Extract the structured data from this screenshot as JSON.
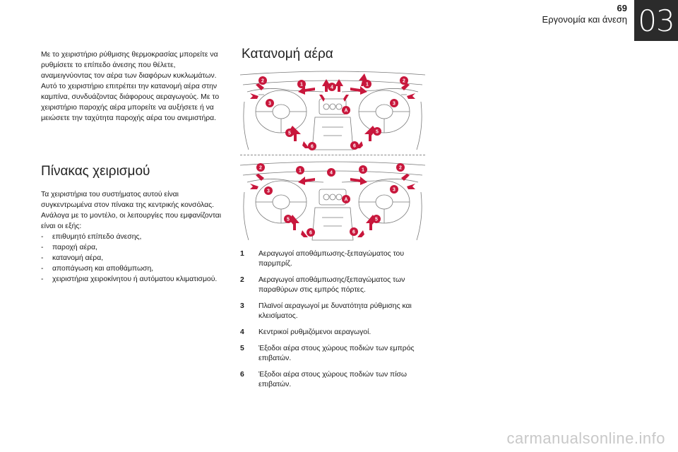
{
  "header": {
    "page_number": "69",
    "section": "Εργονομία και άνεση",
    "chapter": "03"
  },
  "intro": "Με το χειριστήριο ρύθμισης θερμοκρασίας μπορείτε να ρυθμίσετε το επίπεδο άνεσης που θέλετε, αναμειγνύοντας τον αέρα των διαφόρων κυκλωμάτων. Αυτό το χειριστήριο επιτρέπει την κατανομή αέρα στην καμπίνα, συνδυάζοντας διάφορους αεραγωγούς. Με το χειριστήριο παροχής αέρα μπορείτε να αυξήσετε ή να μειώσετε την ταχύτητα παροχής αέρα του ανεμιστήρα.",
  "controls": {
    "heading": "Πίνακας χειρισμού",
    "text": "Τα χειριστήρια του συστήματος αυτού είναι συγκεντρωμένα στον πίνακα της κεντρικής κονσόλας. Ανάλογα με το μοντέλο, οι λειτουργίες που εμφανίζονται είναι οι εξής:",
    "items": [
      "επιθυμητό επίπεδο άνεσης,",
      "παροχή αέρα,",
      "κατανομή αέρα,",
      "αποπάγωση και αποθάμπωση,",
      "χειριστήρια χειροκίνητου ή αυτόματου κλιματισμού."
    ]
  },
  "distribution": {
    "heading": "Κατανομή αέρα",
    "marker_labels": {
      "m1": "1",
      "m2": "2",
      "m3": "3",
      "m4": "4",
      "m5": "5",
      "m6": "6",
      "mA": "A"
    },
    "legend": [
      {
        "num": "1",
        "text": "Αεραγωγοί αποθάμπωσης-ξεπαγώματος του παρμπρίζ."
      },
      {
        "num": "2",
        "text": "Αεραγωγοί αποθάμπωσης/ξεπαγώματος των παραθύρων στις εμπρός πόρτες."
      },
      {
        "num": "3",
        "text": "Πλαϊνοί αεραγωγοί με δυνατότητα ρύθμισης και κλεισίματος."
      },
      {
        "num": "4",
        "text": "Κεντρικοί ρυθμιζόμενοι αεραγωγοί."
      },
      {
        "num": "5",
        "text": "Έξοδοι αέρα στους χώρους ποδιών των εμπρός επιβατών."
      },
      {
        "num": "6",
        "text": "Έξοδοι αέρα στους χώρους ποδιών των πίσω επιβατών."
      }
    ]
  },
  "colors": {
    "marker": "#c8173c",
    "arrow": "#c8173c",
    "line_art": "#7a7a7a",
    "chapter_tab": "#2b2b2b"
  },
  "watermark": "carmanualsonline.info"
}
